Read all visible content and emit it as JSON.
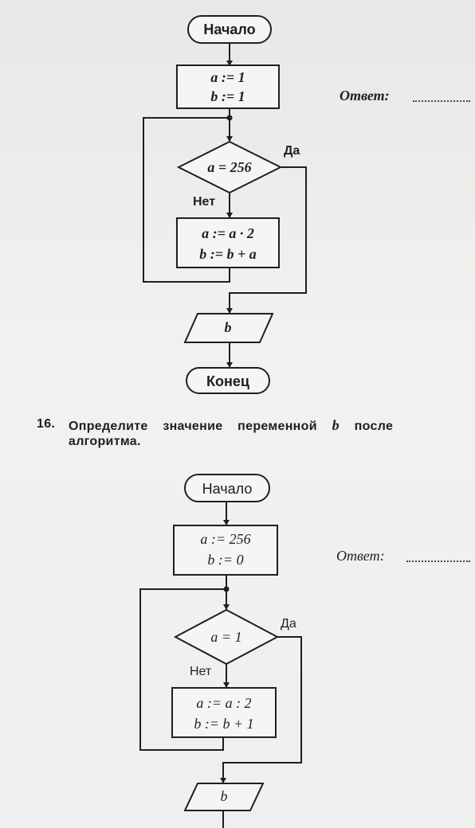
{
  "flowchart_1": {
    "start": "Начало",
    "init_a": "a := 1",
    "init_b": "b := 1",
    "condition": "a = 256",
    "yes": "Да",
    "no": "Нет",
    "body_a": "a := a · 2",
    "body_b": "b := b + a",
    "output": "b",
    "end": "Конец",
    "answer_label": "Ответ:"
  },
  "task_16": {
    "number": "16.",
    "text_line1": "Определите значение переменной",
    "variable": "b",
    "text_tail": "после",
    "text_line2": "алгоритма."
  },
  "flowchart_2": {
    "start": "Начало",
    "init_a": "a := 256",
    "init_b": "b := 0",
    "condition": "a = 1",
    "yes": "Да",
    "no": "Нет",
    "body_a": "a := a : 2",
    "body_b": "b := b + 1",
    "output": "b",
    "answer_label": "Ответ:"
  }
}
